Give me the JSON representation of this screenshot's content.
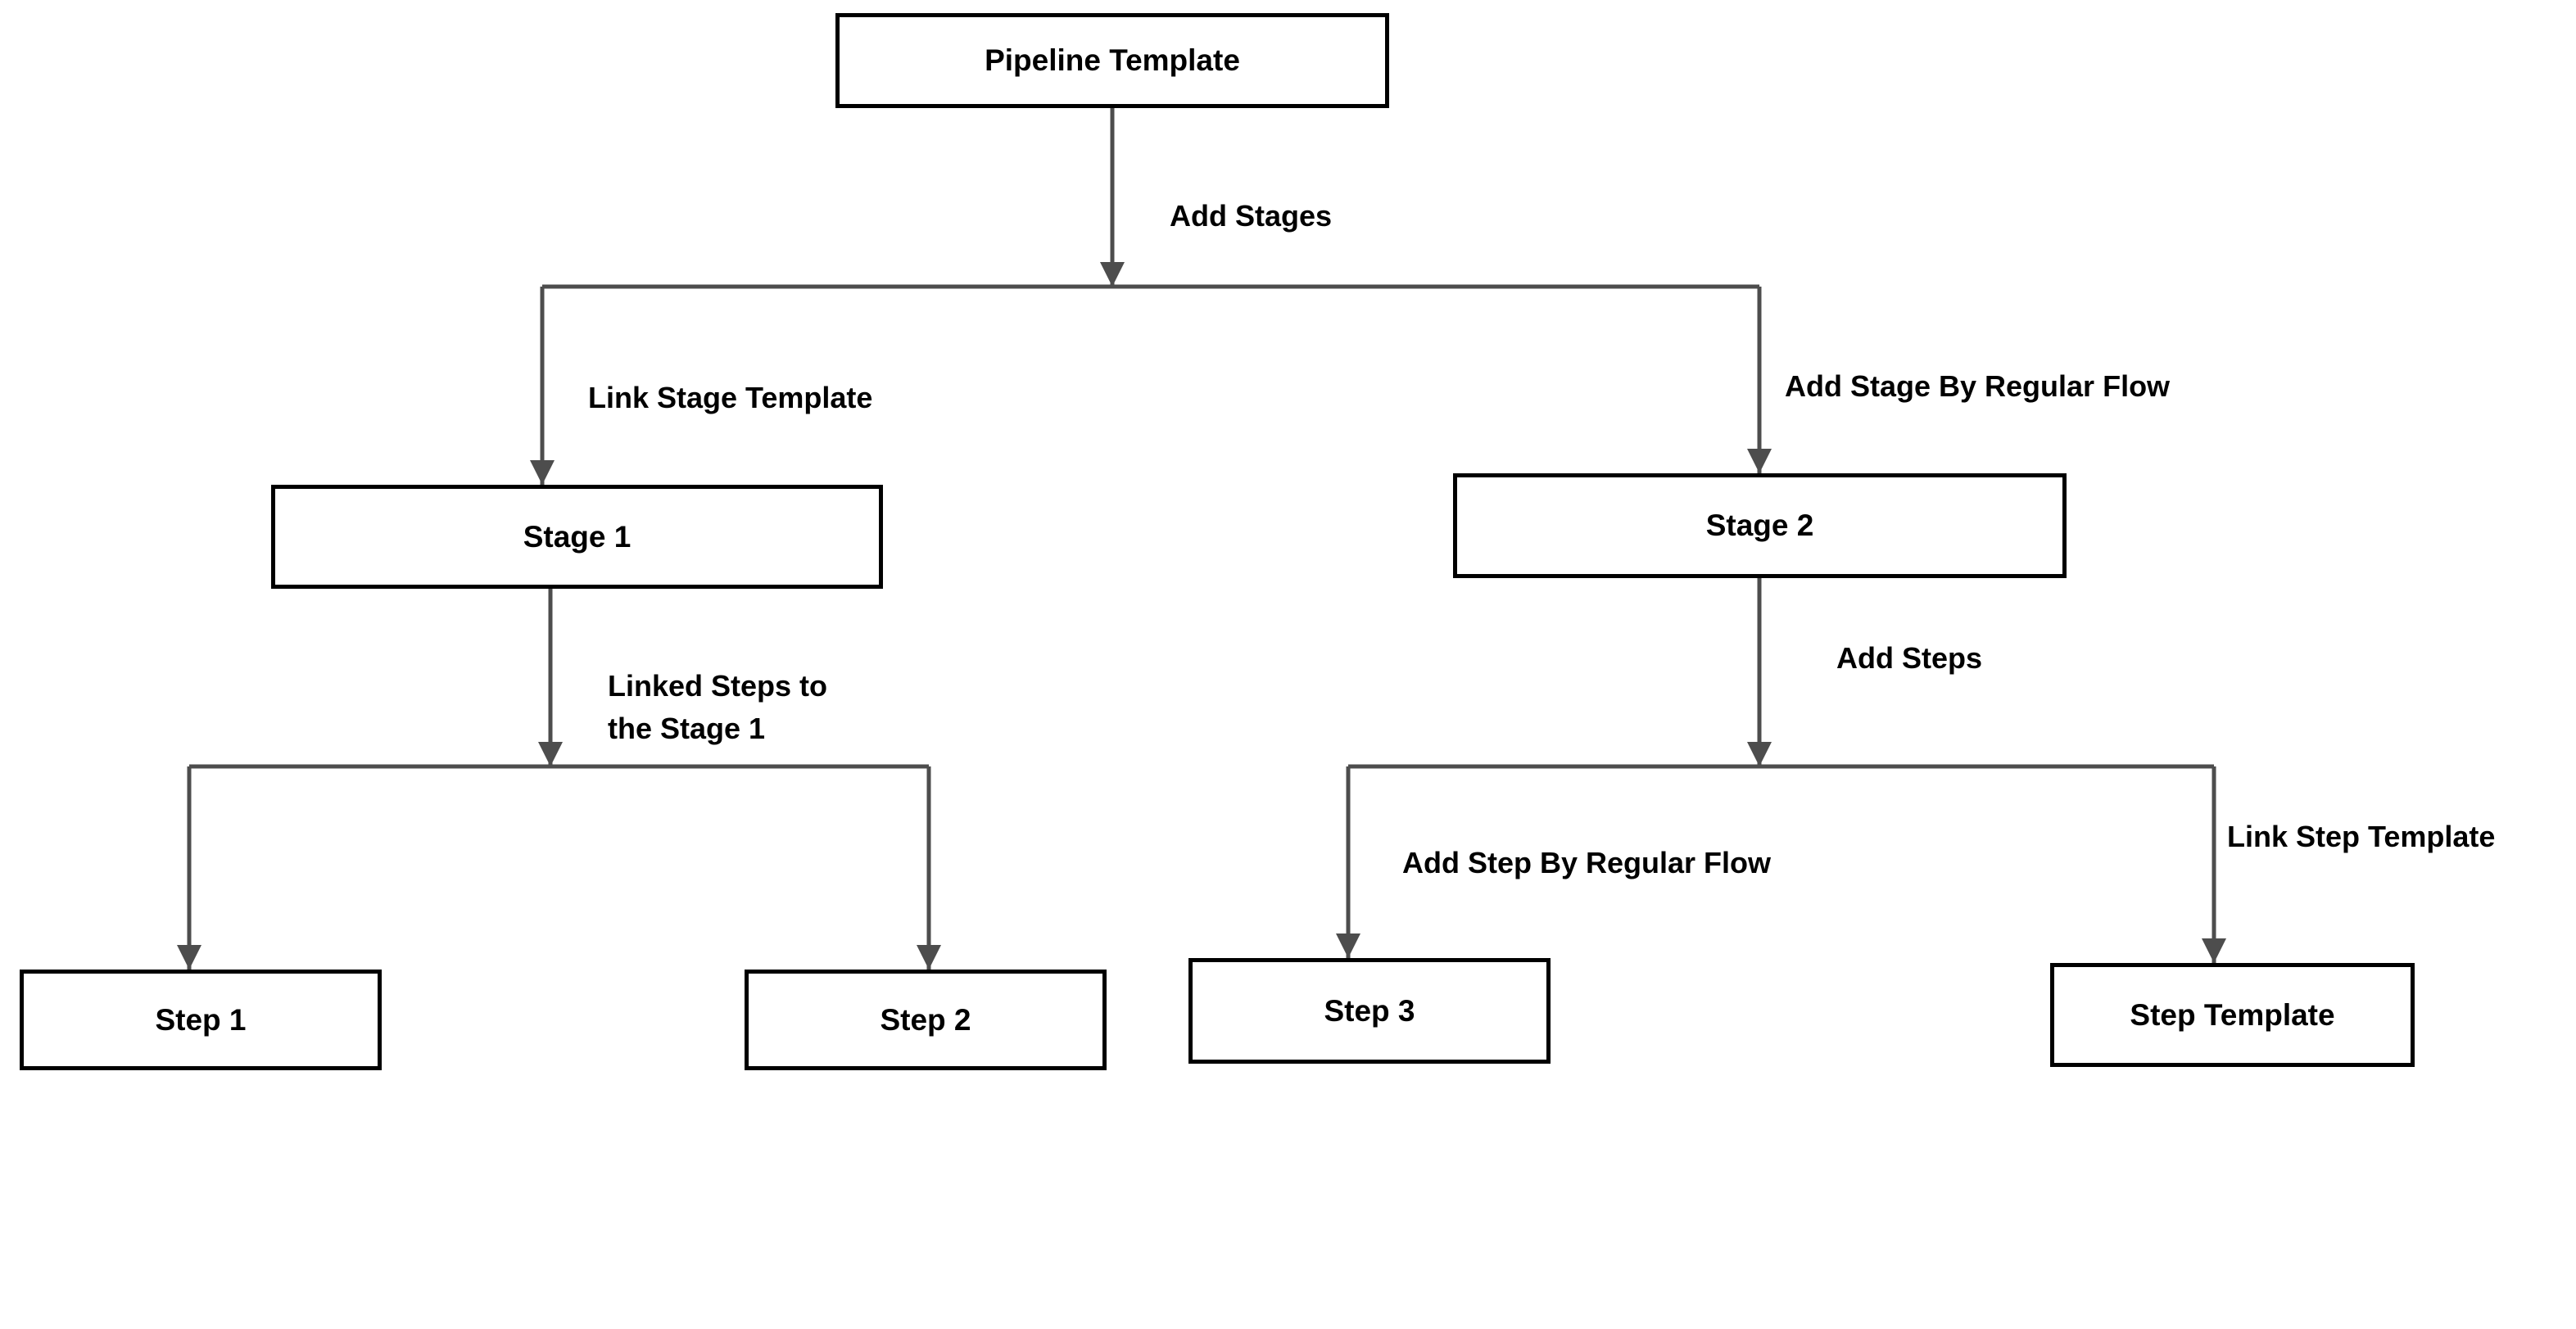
{
  "diagram": {
    "title": "Pipeline Template flow",
    "colors": {
      "background": "#ffffff",
      "node_border": "#000000",
      "connector": "#4d4d4d",
      "text": "#000000"
    },
    "nodes": {
      "pipeline_template": "Pipeline Template",
      "stage_1": "Stage 1",
      "stage_2": "Stage 2",
      "step_1": "Step 1",
      "step_2": "Step 2",
      "step_3": "Step 3",
      "step_template": "Step Template"
    },
    "edge_labels": {
      "add_stages": "Add Stages",
      "link_stage_template": "Link Stage Template",
      "add_stage_by_regular_flow": "Add Stage By Regular Flow",
      "linked_steps_to_stage_1": "Linked Steps to\nthe Stage 1",
      "add_steps": "Add Steps",
      "add_step_by_regular_flow": "Add Step By Regular Flow",
      "link_step_template": "Link Step Template"
    },
    "edges": [
      {
        "from": "pipeline_template",
        "via": "Add Stages",
        "to": "stage_1",
        "label": "Link Stage Template"
      },
      {
        "from": "pipeline_template",
        "via": "Add Stages",
        "to": "stage_2",
        "label": "Add Stage By Regular Flow"
      },
      {
        "from": "stage_1",
        "to": "step_1",
        "label": "Linked Steps to the Stage 1"
      },
      {
        "from": "stage_1",
        "to": "step_2",
        "label": "Linked Steps to the Stage 1"
      },
      {
        "from": "stage_2",
        "via": "Add Steps",
        "to": "step_3",
        "label": "Add Step By Regular Flow"
      },
      {
        "from": "stage_2",
        "via": "Add Steps",
        "to": "step_template",
        "label": "Link Step Template"
      }
    ]
  }
}
